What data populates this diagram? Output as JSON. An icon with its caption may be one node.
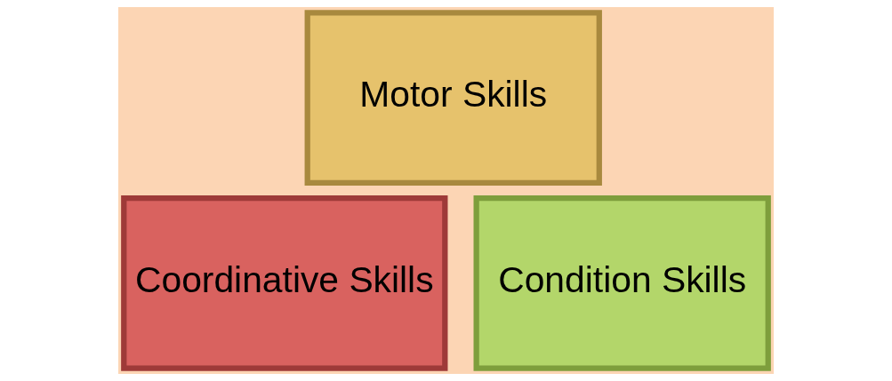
{
  "diagram": {
    "nodes": [
      {
        "text": [
          "Motor Skills"
        ]
      },
      {
        "text": [
          "Coordinative Skills"
        ]
      },
      {
        "text": [
          "Condition Skills"
        ]
      }
    ]
  }
}
